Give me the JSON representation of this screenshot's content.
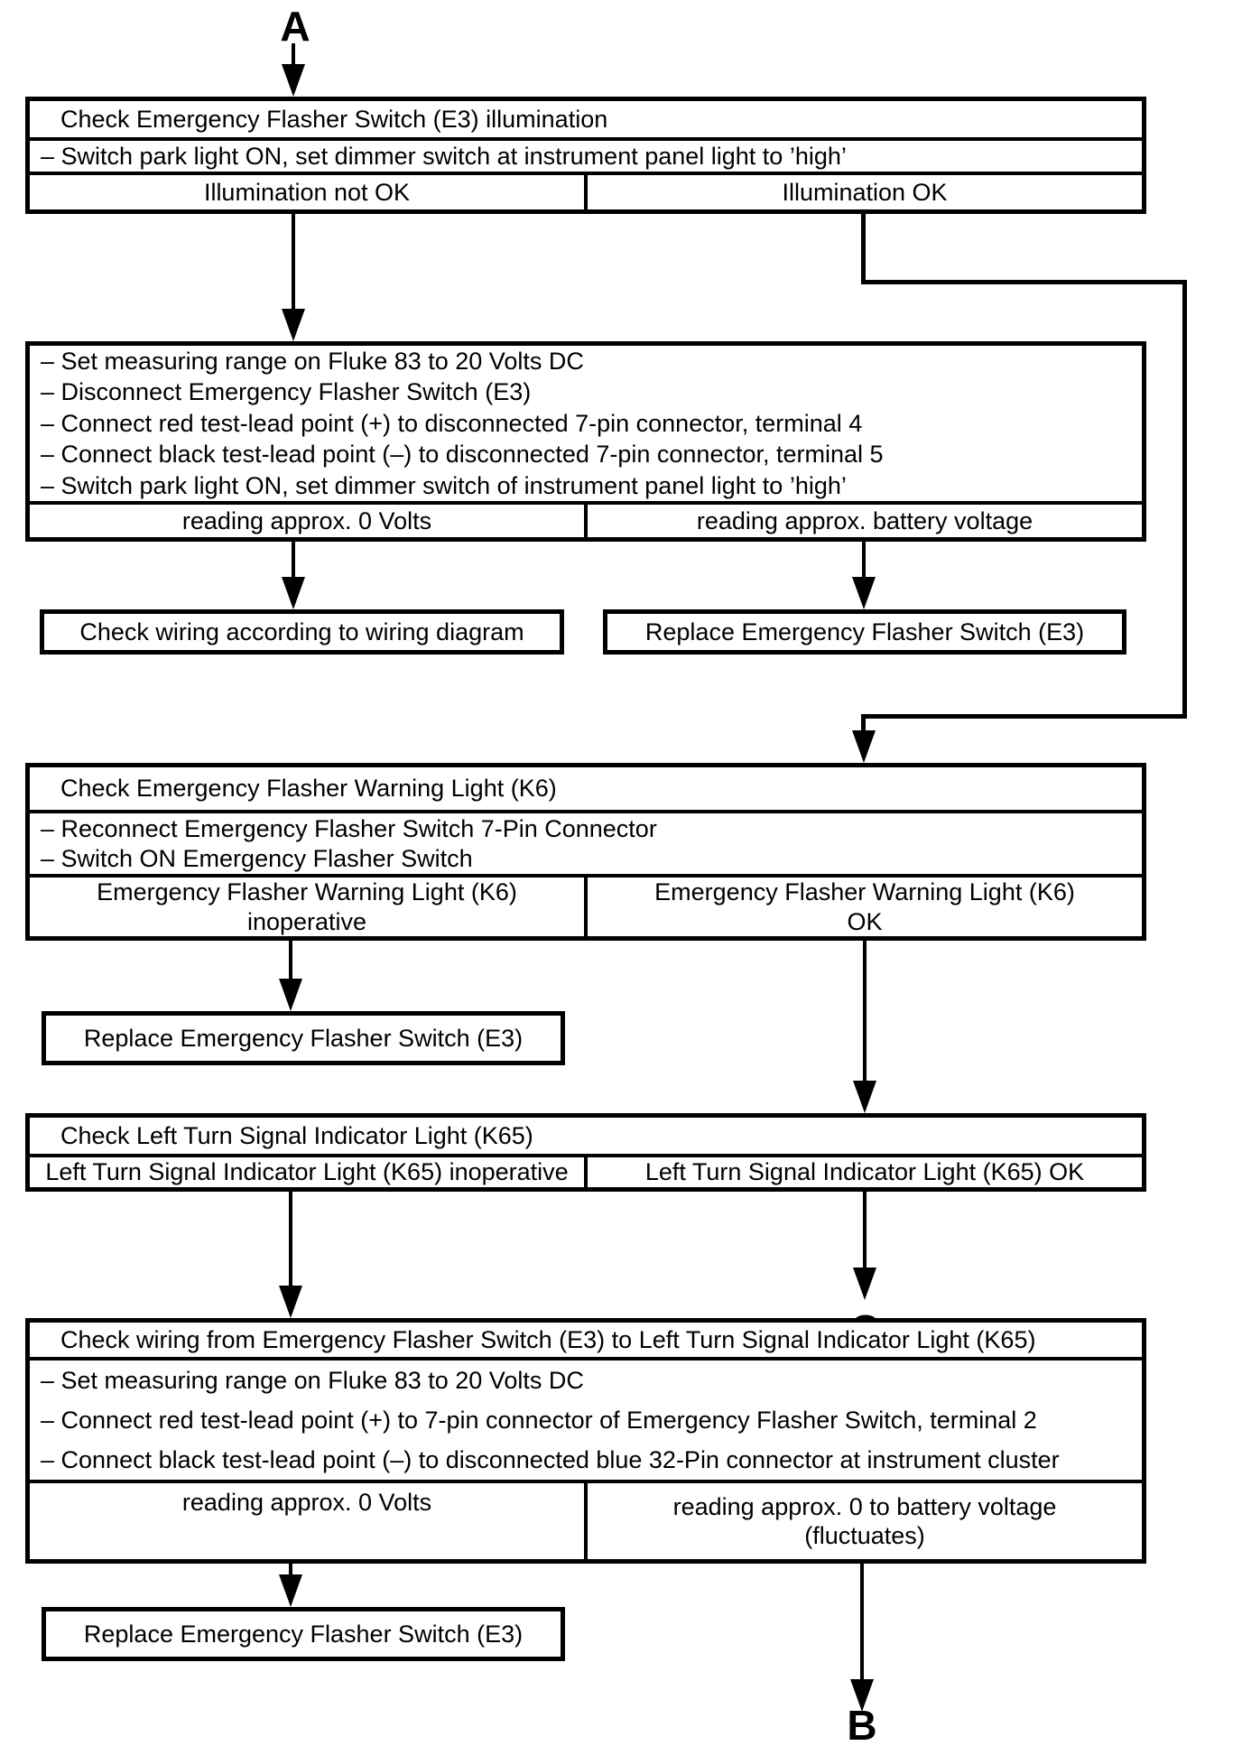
{
  "labels": {
    "a": "A",
    "b": "B",
    "c": "C"
  },
  "flow": {
    "box1": {
      "title": "Check Emergency Flasher Switch (E3) illumination",
      "steps": [
        "– Switch park light ON, set dimmer switch at instrument panel light to ’high’"
      ],
      "outcomes": {
        "left": "Illumination not OK",
        "right": "Illumination OK"
      }
    },
    "box2": {
      "steps": [
        "– Set measuring range on Fluke 83 to 20 Volts DC",
        "– Disconnect Emergency Flasher Switch (E3)",
        "– Connect red test-lead point (+) to disconnected 7-pin connector, terminal 4",
        "– Connect black test-lead point (–) to disconnected 7-pin connector, terminal 5",
        "– Switch park light ON, set dimmer switch of instrument panel light to ’high’"
      ],
      "outcomes": {
        "left": "reading approx. 0 Volts",
        "right": "reading approx. battery voltage"
      }
    },
    "action_check_wiring": "Check wiring according to wiring diagram",
    "action_replace_1": "Replace Emergency Flasher Switch (E3)",
    "box3": {
      "title": "Check Emergency Flasher Warning Light (K6)",
      "steps": [
        "– Reconnect Emergency Flasher Switch 7-Pin Connector",
        "– Switch ON Emergency Flasher Switch"
      ],
      "outcomes": {
        "left": [
          "Emergency Flasher Warning Light (K6)",
          "inoperative"
        ],
        "right": [
          "Emergency Flasher Warning Light (K6)",
          "OK"
        ]
      }
    },
    "action_replace_2": "Replace Emergency Flasher Switch (E3)",
    "box4": {
      "title": "Check Left Turn Signal Indicator Light (K65)",
      "outcomes": {
        "left": "Left Turn Signal Indicator Light (K65) inoperative",
        "right": "Left Turn Signal Indicator Light (K65) OK"
      }
    },
    "box5": {
      "title": "Check wiring from Emergency Flasher Switch (E3) to Left Turn Signal Indicator Light (K65)",
      "steps": [
        "– Set measuring range on Fluke 83 to 20 Volts DC",
        "– Connect red test-lead point (+) to 7-pin connector of Emergency Flasher Switch, terminal 2",
        "– Connect black test-lead point (–) to disconnected blue 32-Pin connector at instrument cluster"
      ],
      "outcomes": {
        "left": "reading approx. 0 Volts",
        "right": [
          "reading approx. 0 to battery voltage",
          "(fluctuates)"
        ]
      }
    },
    "action_replace_3": "Replace Emergency Flasher Switch (E3)"
  }
}
